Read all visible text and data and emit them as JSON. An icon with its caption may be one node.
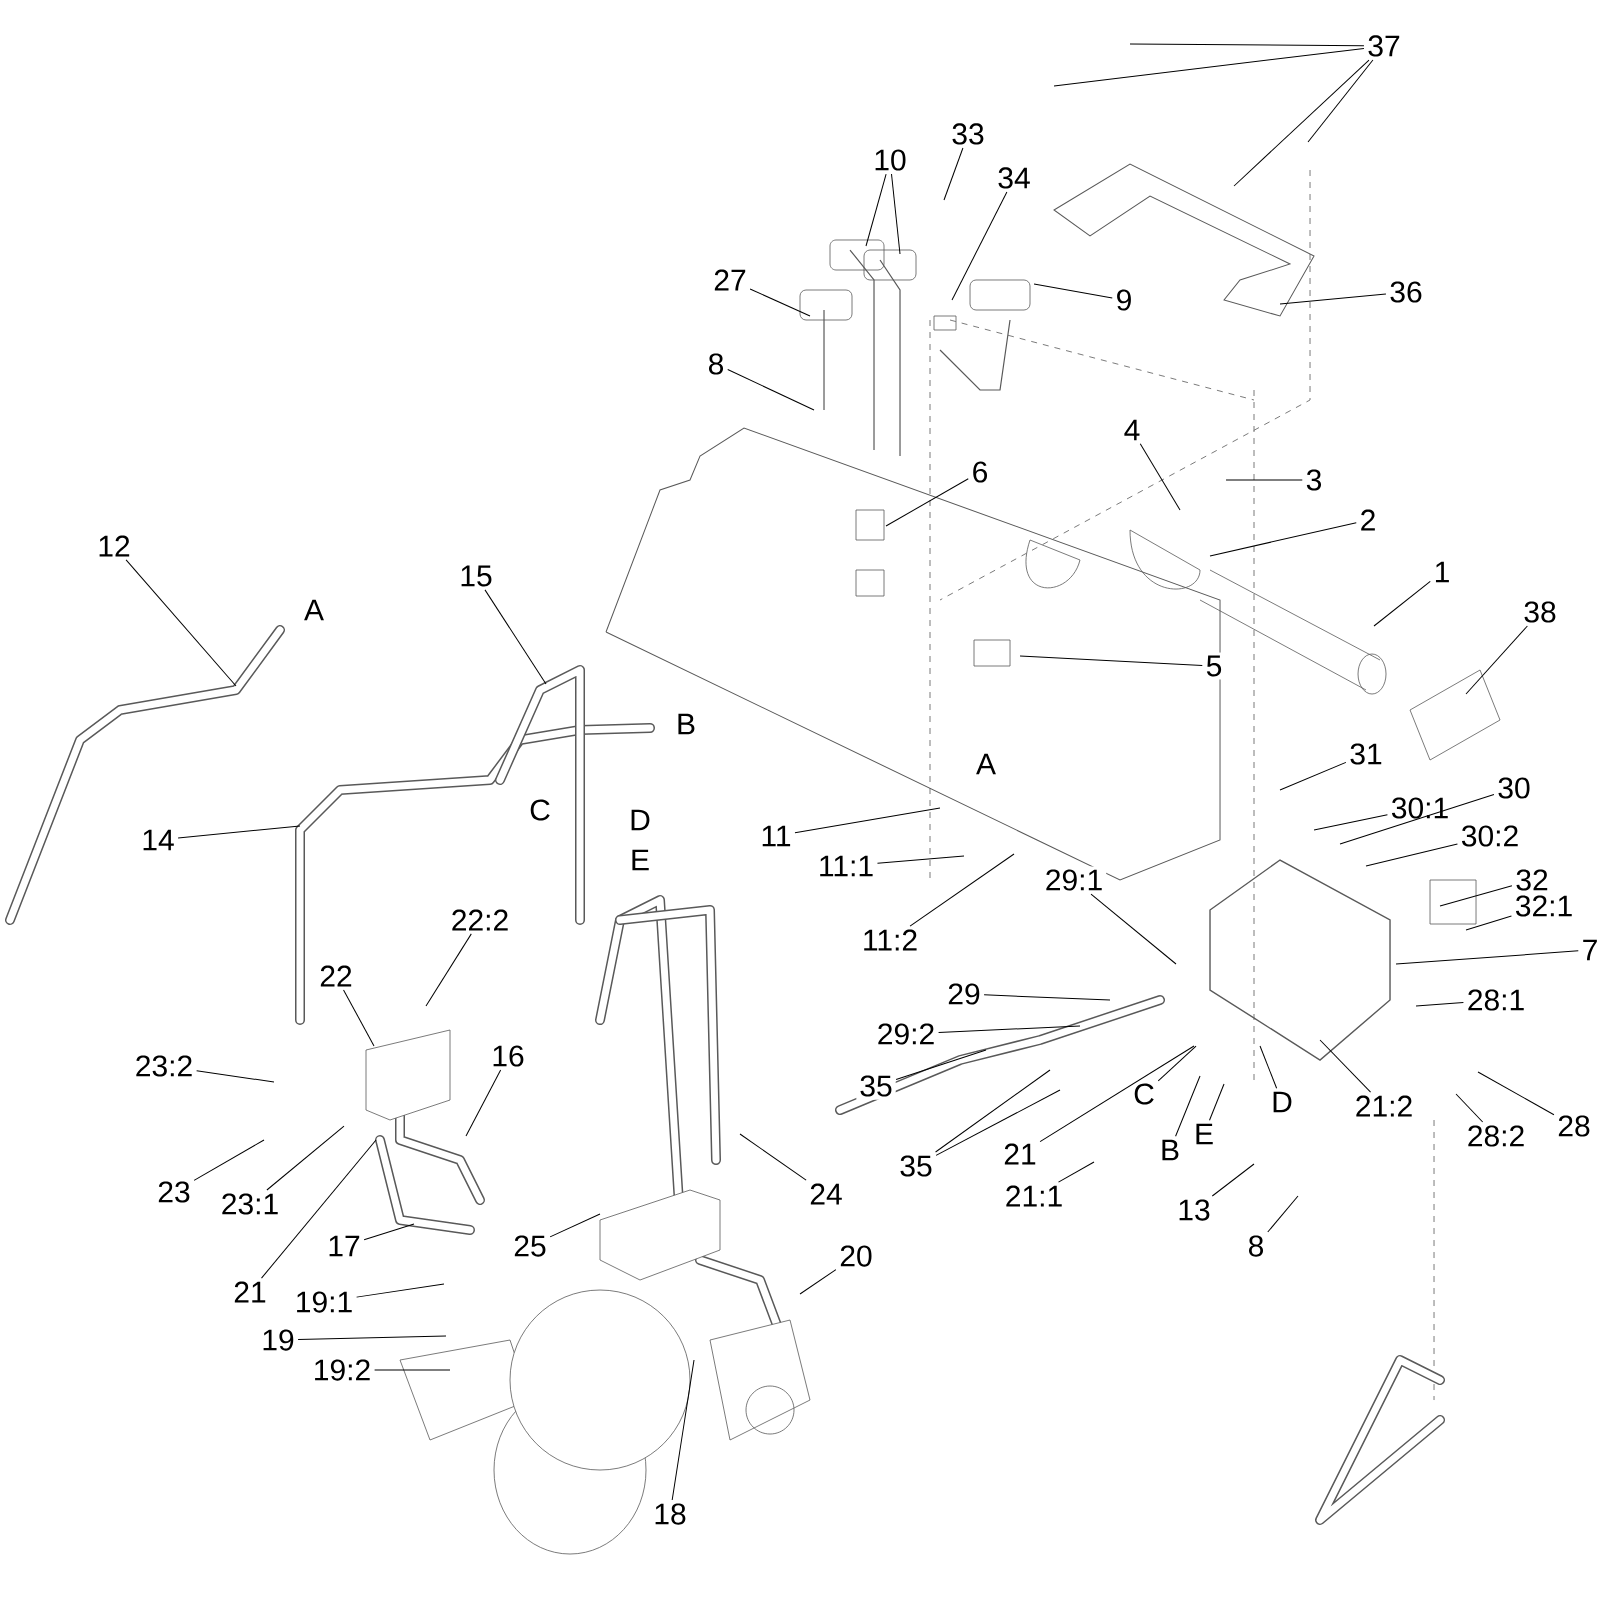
{
  "diagram": {
    "nodes": [
      {
        "text": [
          "37"
        ]
      },
      {
        "text": [
          "33"
        ]
      },
      {
        "text": [
          "10"
        ]
      },
      {
        "text": [
          "34"
        ]
      },
      {
        "text": [
          "27"
        ]
      },
      {
        "text": [
          "36"
        ]
      },
      {
        "text": [
          "9"
        ]
      },
      {
        "text": [
          "8"
        ]
      },
      {
        "text": [
          "4"
        ]
      },
      {
        "text": [
          "6"
        ]
      },
      {
        "text": [
          "3"
        ]
      },
      {
        "text": [
          "2"
        ]
      },
      {
        "text": [
          "12"
        ]
      },
      {
        "text": [
          "1"
        ]
      },
      {
        "text": [
          "15"
        ]
      },
      {
        "text": [
          "38"
        ]
      },
      {
        "text": [
          "5"
        ]
      },
      {
        "text": [
          "31"
        ]
      },
      {
        "text": [
          "30"
        ]
      },
      {
        "text": [
          "30:1"
        ]
      },
      {
        "text": [
          "14"
        ]
      },
      {
        "text": [
          "11"
        ]
      },
      {
        "text": [
          "30:2"
        ]
      },
      {
        "text": [
          "11:1"
        ]
      },
      {
        "text": [
          "32"
        ]
      },
      {
        "text": [
          "29:1"
        ]
      },
      {
        "text": [
          "32:1"
        ]
      },
      {
        "text": [
          "22:2"
        ]
      },
      {
        "text": [
          "11:2"
        ]
      },
      {
        "text": [
          "7"
        ]
      },
      {
        "text": [
          "22"
        ]
      },
      {
        "text": [
          "29"
        ]
      },
      {
        "text": [
          "28:1"
        ]
      },
      {
        "text": [
          "29:2"
        ]
      },
      {
        "text": [
          "16"
        ]
      },
      {
        "text": [
          "23:2"
        ]
      },
      {
        "text": [
          "35"
        ]
      },
      {
        "text": [
          "D"
        ]
      },
      {
        "text": [
          "C"
        ]
      },
      {
        "text": [
          "21:2"
        ]
      },
      {
        "text": [
          "28"
        ]
      },
      {
        "text": [
          "E"
        ]
      },
      {
        "text": [
          "28:2"
        ]
      },
      {
        "text": [
          "B"
        ]
      },
      {
        "text": [
          "35"
        ]
      },
      {
        "text": [
          "21"
        ]
      },
      {
        "text": [
          "23"
        ]
      },
      {
        "text": [
          "24"
        ]
      },
      {
        "text": [
          "21:1"
        ]
      },
      {
        "text": [
          "23:1"
        ]
      },
      {
        "text": [
          "13"
        ]
      },
      {
        "text": [
          "17"
        ]
      },
      {
        "text": [
          "25"
        ]
      },
      {
        "text": [
          "8"
        ]
      },
      {
        "text": [
          "20"
        ]
      },
      {
        "text": [
          "21"
        ]
      },
      {
        "text": [
          "19:1"
        ]
      },
      {
        "text": [
          "19"
        ]
      },
      {
        "text": [
          "19:2"
        ]
      },
      {
        "text": [
          "18"
        ]
      }
    ],
    "edges": [
      {
        "from": 0,
        "to": null,
        "arrow": "none"
      },
      {
        "from": 0,
        "to": null,
        "arrow": "none"
      },
      {
        "from": 0,
        "to": null,
        "arrow": "none"
      },
      {
        "from": 0,
        "to": null,
        "arrow": "none"
      },
      {
        "from": 1,
        "to": null,
        "arrow": "none"
      },
      {
        "from": 2,
        "to": null,
        "arrow": "none"
      },
      {
        "from": 2,
        "to": null,
        "arrow": "none"
      },
      {
        "from": 3,
        "to": null,
        "arrow": "none"
      },
      {
        "from": 4,
        "to": null,
        "arrow": "none"
      },
      {
        "from": 5,
        "to": null,
        "arrow": "none"
      },
      {
        "from": 6,
        "to": null,
        "arrow": "none"
      },
      {
        "from": 7,
        "to": null,
        "arrow": "none"
      },
      {
        "from": 8,
        "to": null,
        "arrow": "none"
      },
      {
        "from": 9,
        "to": null,
        "arrow": "none"
      },
      {
        "from": 10,
        "to": null,
        "arrow": "none"
      },
      {
        "from": 11,
        "to": null,
        "arrow": "none"
      },
      {
        "from": 12,
        "to": null,
        "arrow": "none"
      },
      {
        "from": 13,
        "to": null,
        "arrow": "none"
      },
      {
        "from": 14,
        "to": null,
        "arrow": "none"
      },
      {
        "from": 15,
        "to": null,
        "arrow": "none"
      },
      {
        "from": 16,
        "to": null,
        "arrow": "none"
      },
      {
        "from": 17,
        "to": null,
        "arrow": "none"
      },
      {
        "from": 18,
        "to": null,
        "arrow": "none"
      },
      {
        "from": 19,
        "to": null,
        "arrow": "none"
      },
      {
        "from": 20,
        "to": null,
        "arrow": "none"
      },
      {
        "from": 21,
        "to": null,
        "arrow": "none"
      },
      {
        "from": 22,
        "to": null,
        "arrow": "none"
      },
      {
        "from": 23,
        "to": null,
        "arrow": "none"
      },
      {
        "from": 24,
        "to": null,
        "arrow": "none"
      },
      {
        "from": 25,
        "to": null,
        "arrow": "none"
      },
      {
        "from": 26,
        "to": null,
        "arrow": "none"
      },
      {
        "from": 27,
        "to": null,
        "arrow": "none"
      },
      {
        "from": 28,
        "to": null,
        "arrow": "none"
      },
      {
        "from": 29,
        "to": null,
        "arrow": "none"
      },
      {
        "from": 30,
        "to": null,
        "arrow": "none"
      },
      {
        "from": 31,
        "to": null,
        "arrow": "none"
      },
      {
        "from": 32,
        "to": null,
        "arrow": "none"
      },
      {
        "from": 33,
        "to": null,
        "arrow": "none"
      },
      {
        "from": 34,
        "to": null,
        "arrow": "none"
      },
      {
        "from": 35,
        "to": null,
        "arrow": "none"
      },
      {
        "from": 36,
        "to": null,
        "arrow": "none"
      },
      {
        "from": 37,
        "to": null,
        "arrow": "none"
      },
      {
        "from": 38,
        "to": null,
        "arrow": "none"
      },
      {
        "from": 39,
        "to": null,
        "arrow": "none"
      },
      {
        "from": 40,
        "to": null,
        "arrow": "none"
      },
      {
        "from": 41,
        "to": null,
        "arrow": "none"
      },
      {
        "from": 42,
        "to": null,
        "arrow": "none"
      },
      {
        "from": 43,
        "to": null,
        "arrow": "none"
      },
      {
        "from": 44,
        "to": null,
        "arrow": "none"
      },
      {
        "from": 44,
        "to": null,
        "arrow": "none"
      },
      {
        "from": 45,
        "to": null,
        "arrow": "none"
      },
      {
        "from": 46,
        "to": null,
        "arrow": "none"
      },
      {
        "from": 47,
        "to": null,
        "arrow": "none"
      },
      {
        "from": 48,
        "to": null,
        "arrow": "none"
      },
      {
        "from": 49,
        "to": null,
        "arrow": "none"
      },
      {
        "from": 50,
        "to": null,
        "arrow": "none"
      },
      {
        "from": 51,
        "to": null,
        "arrow": "none"
      },
      {
        "from": 52,
        "to": null,
        "arrow": "none"
      },
      {
        "from": 53,
        "to": null,
        "arrow": "none"
      },
      {
        "from": 54,
        "to": null,
        "arrow": "none"
      },
      {
        "from": 55,
        "to": null,
        "arrow": "none"
      },
      {
        "from": 56,
        "to": null,
        "arrow": "none"
      },
      {
        "from": 57,
        "to": null,
        "arrow": "none"
      },
      {
        "from": 58,
        "to": null,
        "arrow": "none"
      },
      {
        "from": 59,
        "to": null,
        "arrow": "none"
      }
    ],
    "labels": [
      "A",
      "B",
      "A",
      "C",
      "D",
      "E"
    ]
  }
}
